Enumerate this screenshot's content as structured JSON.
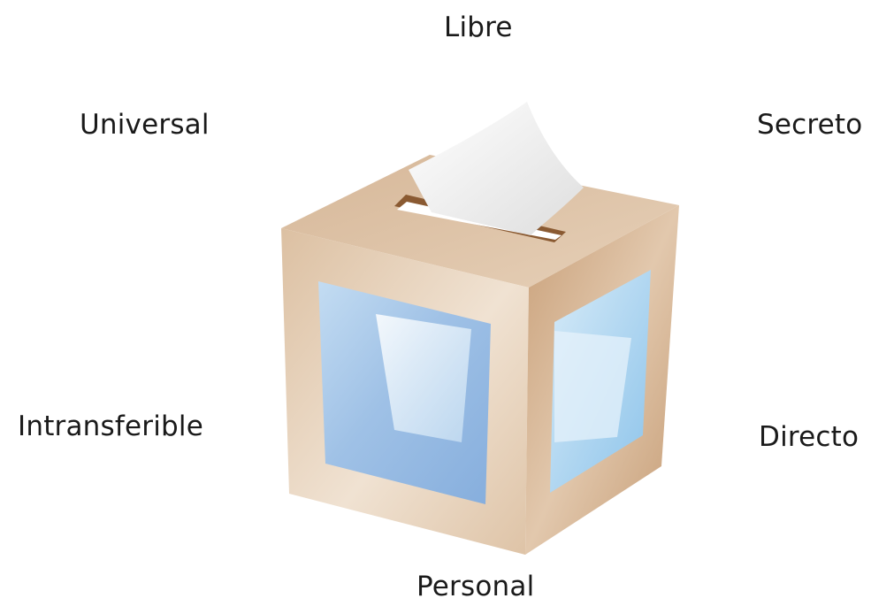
{
  "labels": {
    "top": "Libre",
    "upper_left": "Universal",
    "upper_right": "Secreto",
    "lower_left": "Intransferible",
    "lower_right": "Directo",
    "bottom": "Personal"
  },
  "colors": {
    "text": "#1a1a1a",
    "box_front": "#e8cfb5",
    "box_side": "#d2ae8a",
    "box_top": "#dcbfa1",
    "glass": "#a9cbe9",
    "ballot": "#f2f2f2"
  }
}
